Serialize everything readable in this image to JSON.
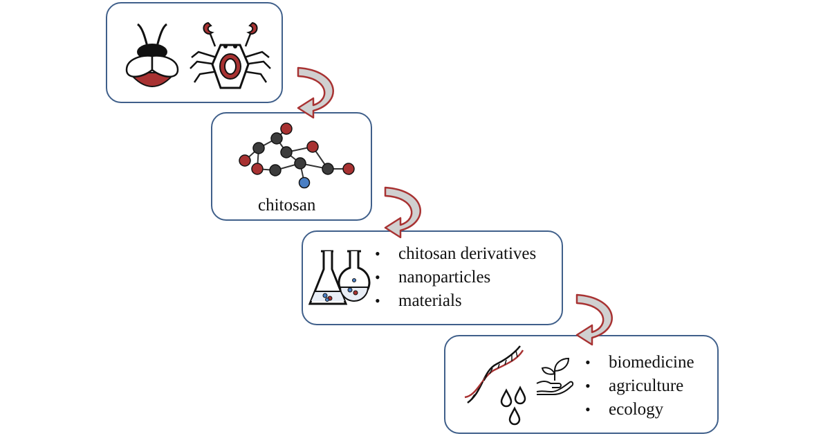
{
  "steps": [
    {
      "id": "sources",
      "icons": [
        "insect-icon",
        "crab-icon"
      ]
    },
    {
      "id": "polymer",
      "label": "chitosan",
      "icons": [
        "molecule-icon"
      ]
    },
    {
      "id": "modification",
      "icons": [
        "flask-icon"
      ],
      "items": [
        "chitosan derivatives",
        "nanoparticles",
        "materials"
      ]
    },
    {
      "id": "applications",
      "icons": [
        "dna-icon",
        "droplets-icon",
        "plant-hand-icon"
      ],
      "items": [
        "biomedicine",
        "agriculture",
        "ecology"
      ]
    }
  ],
  "bullet_char": "•",
  "colors": {
    "box_border": "#3f5f8a",
    "accent_red": "#a83232",
    "arrow_fill": "#d0d0d0",
    "atom_dark": "#3c3c3c",
    "atom_blue": "#4a7fc4"
  }
}
